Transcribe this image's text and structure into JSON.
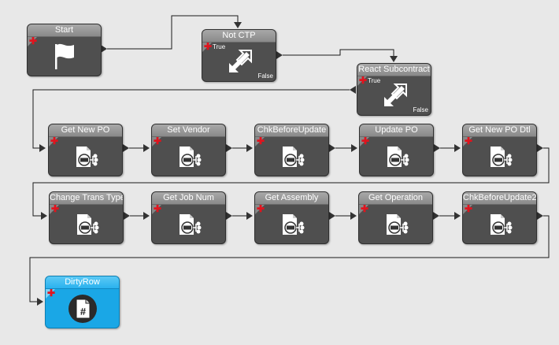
{
  "nodes": [
    {
      "id": "start",
      "title": "Start",
      "icon": "flag-icon"
    },
    {
      "id": "not-ctp",
      "title": "Not CTP",
      "icon": "condition-arrow-icon",
      "true_label": "True",
      "false_label": "False"
    },
    {
      "id": "react-subcontract",
      "title": "React Subcontract",
      "icon": "condition-arrow-icon",
      "true_label": "True",
      "false_label": "False"
    },
    {
      "id": "get-new-po",
      "title": "Get New PO",
      "icon": "method-call-icon"
    },
    {
      "id": "set-vendor",
      "title": "Set Vendor",
      "icon": "method-call-icon"
    },
    {
      "id": "chkbeforeupdate",
      "title": "ChkBeforeUpdate",
      "icon": "method-call-icon"
    },
    {
      "id": "update-po",
      "title": "Update PO",
      "icon": "method-call-icon"
    },
    {
      "id": "get-new-po-dtl",
      "title": "Get New PO Dtl",
      "icon": "method-call-icon"
    },
    {
      "id": "change-trans-type",
      "title": "Change Trans Type",
      "icon": "method-call-icon"
    },
    {
      "id": "get-job-num",
      "title": "Get Job Num",
      "icon": "method-call-icon"
    },
    {
      "id": "get-assembly",
      "title": "Get Assembly",
      "icon": "method-call-icon"
    },
    {
      "id": "get-operation",
      "title": "Get Operation",
      "icon": "method-call-icon"
    },
    {
      "id": "chkbeforeupdate2",
      "title": "ChkBeforeUpdate2",
      "icon": "method-call-icon"
    },
    {
      "id": "dirtyrow",
      "title": "DirtyRow",
      "icon": "number-document-icon"
    }
  ],
  "colors": {
    "canvas": "#e8e8e8",
    "node": "#4f4f4f",
    "node_title": "#9a9a9a",
    "highlight": "#1aa7e6",
    "plus": "#e0141e",
    "connector": "#1a1a1a"
  },
  "hash_glyph": "#"
}
